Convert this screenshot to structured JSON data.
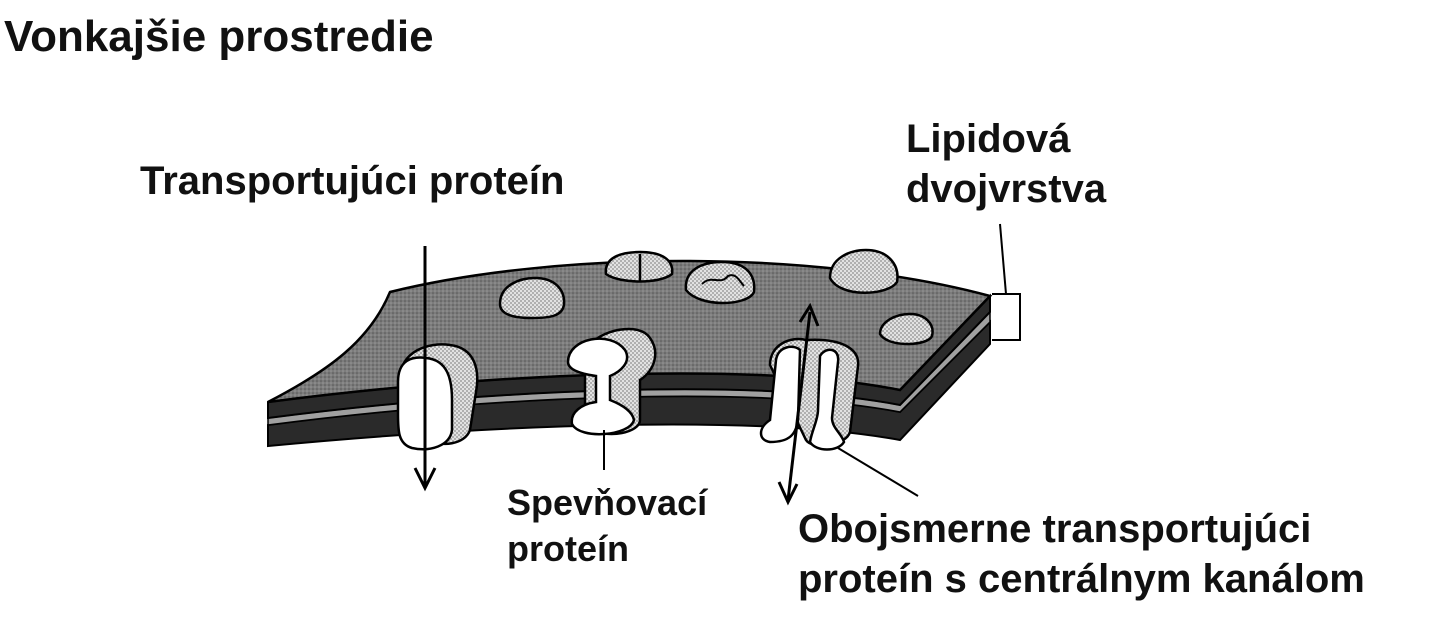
{
  "title": "Vonkajšie prostredie",
  "labels": {
    "transport_protein": "Transportujúci proteín",
    "lipid_bilayer_line1": "Lipidová",
    "lipid_bilayer_line2": "dvojvrstva",
    "anchoring_protein_line1": "Spevňovací",
    "anchoring_protein_line2": "proteín",
    "bidirectional_line1": "Obojsmerne transportujúci",
    "bidirectional_line2": "proteín s centrálnym kanálom"
  },
  "colors": {
    "surface": "#7a7a7a",
    "dark_band": "#2a2a2a",
    "light_band": "#9a9a9a",
    "protein_fill": "#cfcfcf",
    "protein_white": "#ffffff",
    "ink": "#111111"
  }
}
